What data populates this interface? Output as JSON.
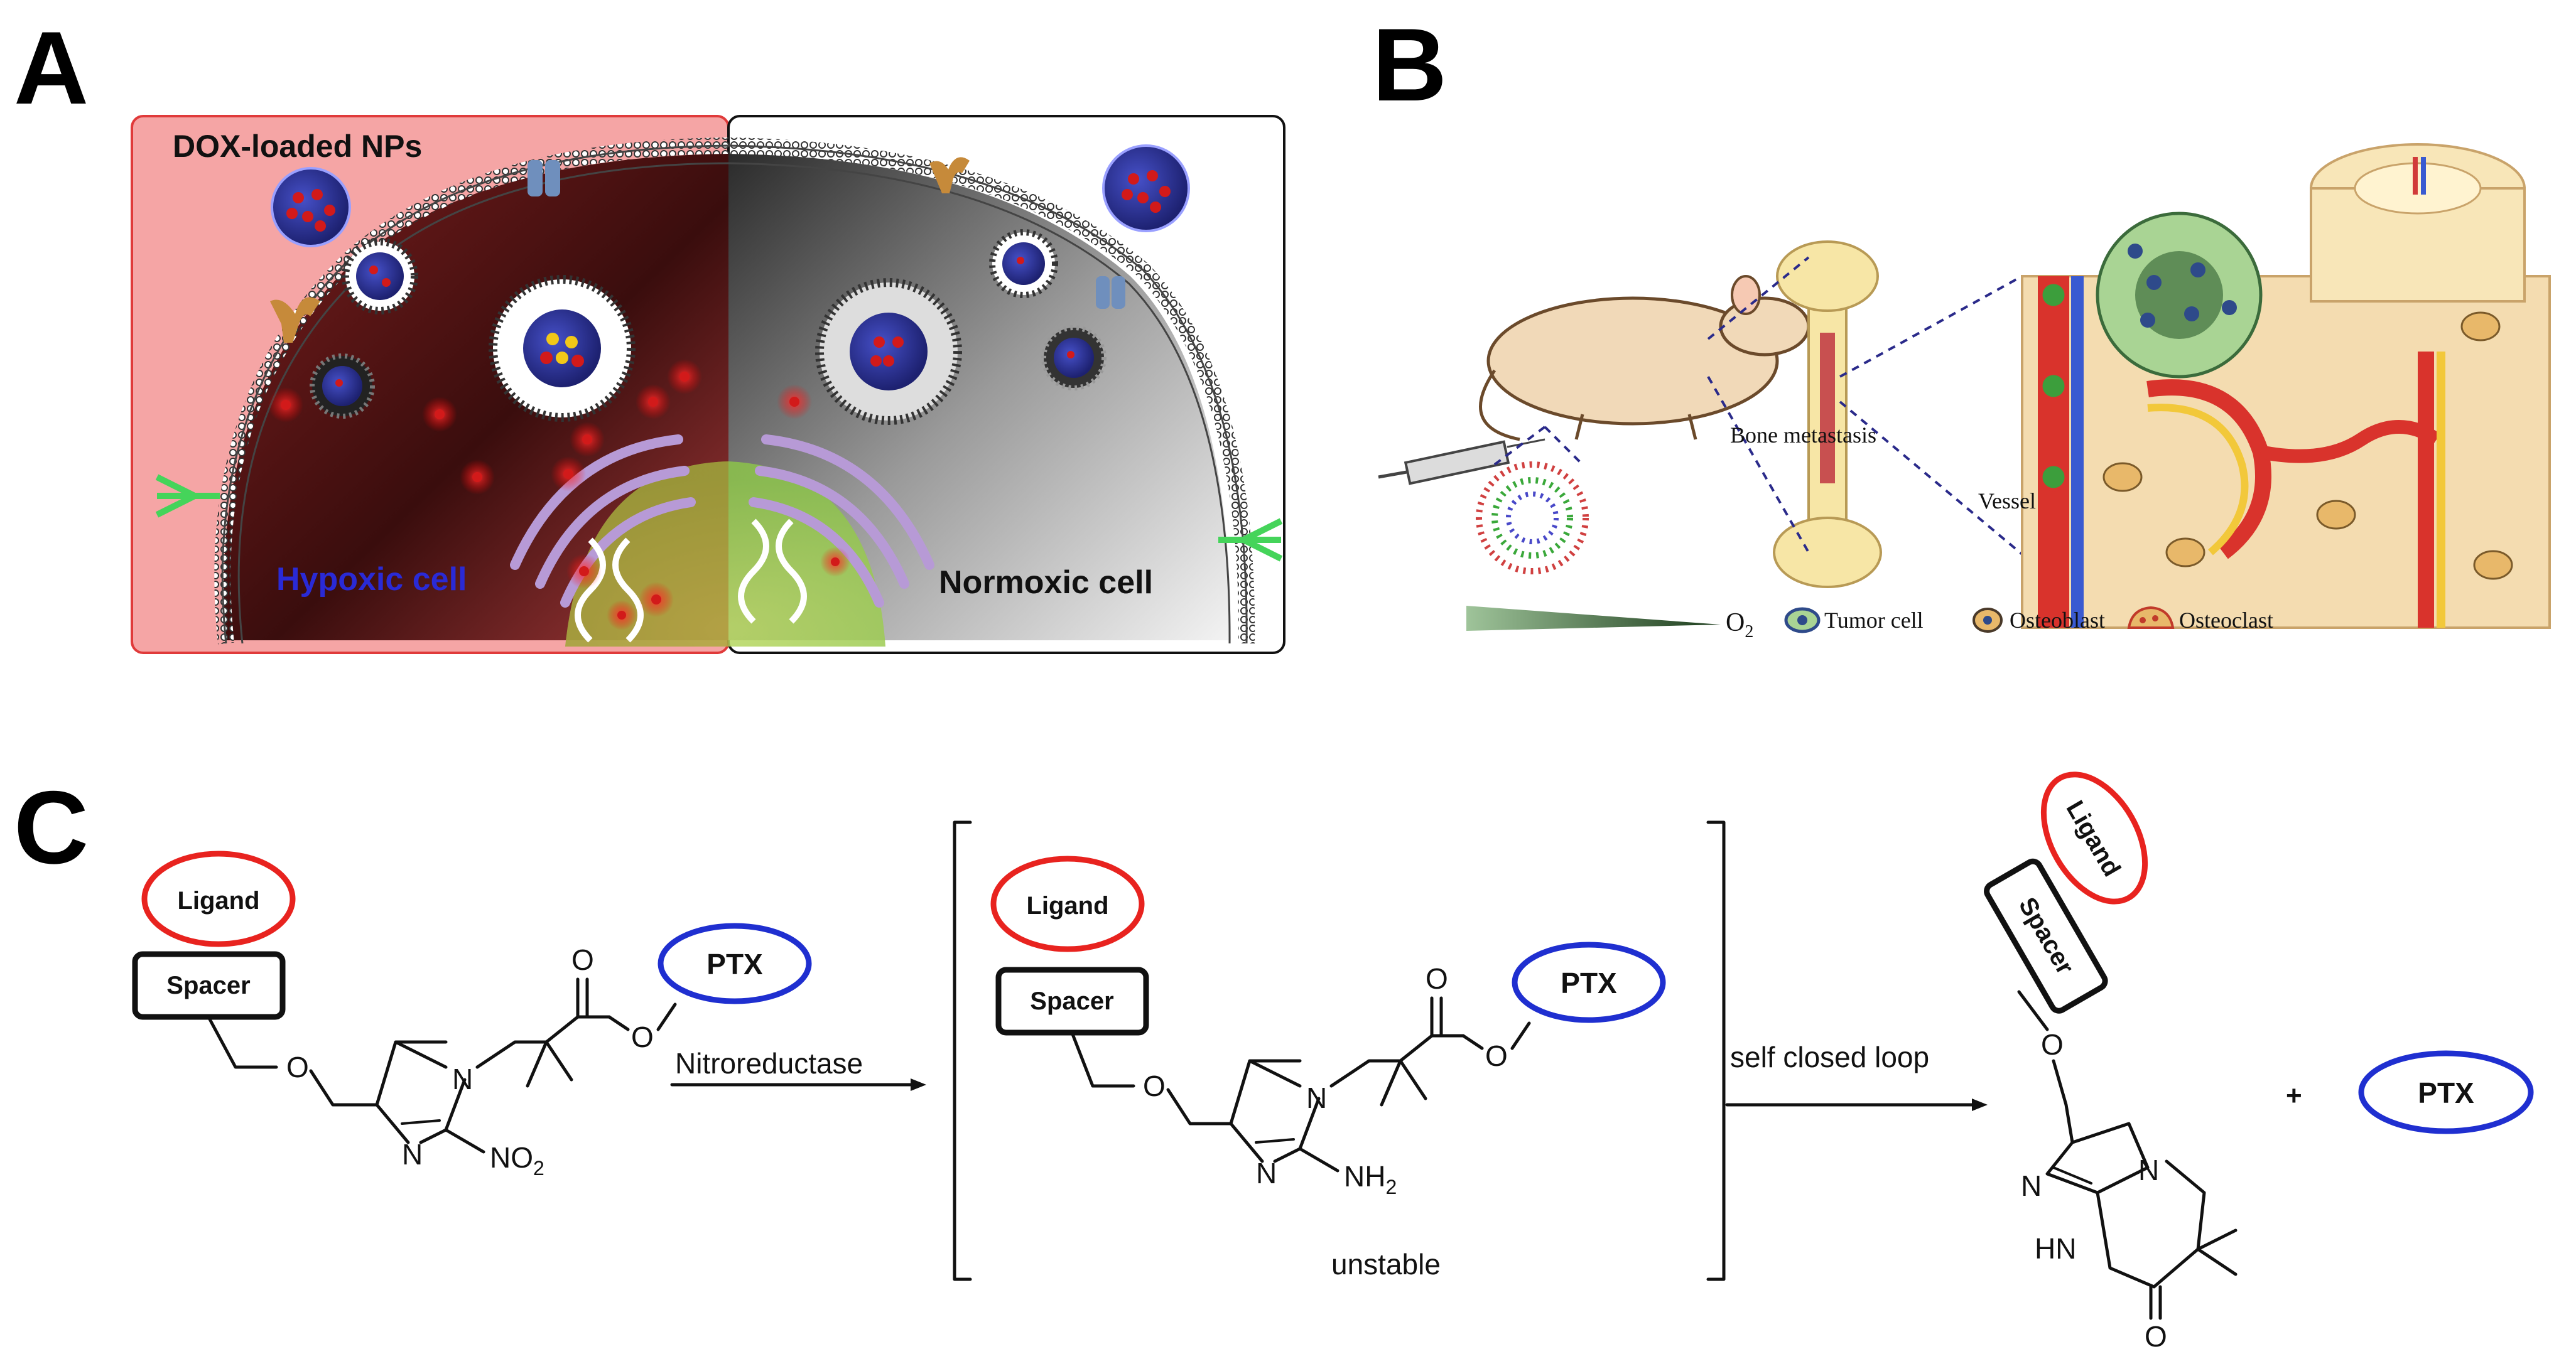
{
  "panel_a": {
    "letter": "A",
    "nps_label": "DOX-loaded NPs",
    "hypoxic_label": "Hypoxic cell",
    "normoxic_label": "Normoxic cell"
  },
  "panel_b": {
    "letter": "B",
    "bone_label": "Bone metastasis",
    "vessel_label": "Vessel",
    "o2_label": "O",
    "o2_sub": "2",
    "legend": [
      {
        "label": "Tumor cell"
      },
      {
        "label": "Osteoblast"
      },
      {
        "label": "Osteoclast"
      }
    ]
  },
  "panel_c": {
    "letter": "C",
    "ligand": "Ligand",
    "spacer": "Spacer",
    "ptx": "PTX",
    "nitroreductase": "Nitroreductase",
    "self_closed_loop": "self closed loop",
    "unstable": "unstable",
    "plus": "+",
    "atoms": {
      "o": "O",
      "n": "N",
      "no2": "NO",
      "no2_sub": "2",
      "nh2": "NH",
      "nh2_sub": "2",
      "hn": "HN"
    }
  },
  "colors": {
    "hypoxic_bg": "#f5a5a5",
    "ligand_ring": "#e8231f",
    "ptx_ring": "#1f2fd0",
    "hypoxic_text": "#2a2ad6",
    "np_core": "#2a2f8f",
    "dox": "#d21a1a"
  }
}
